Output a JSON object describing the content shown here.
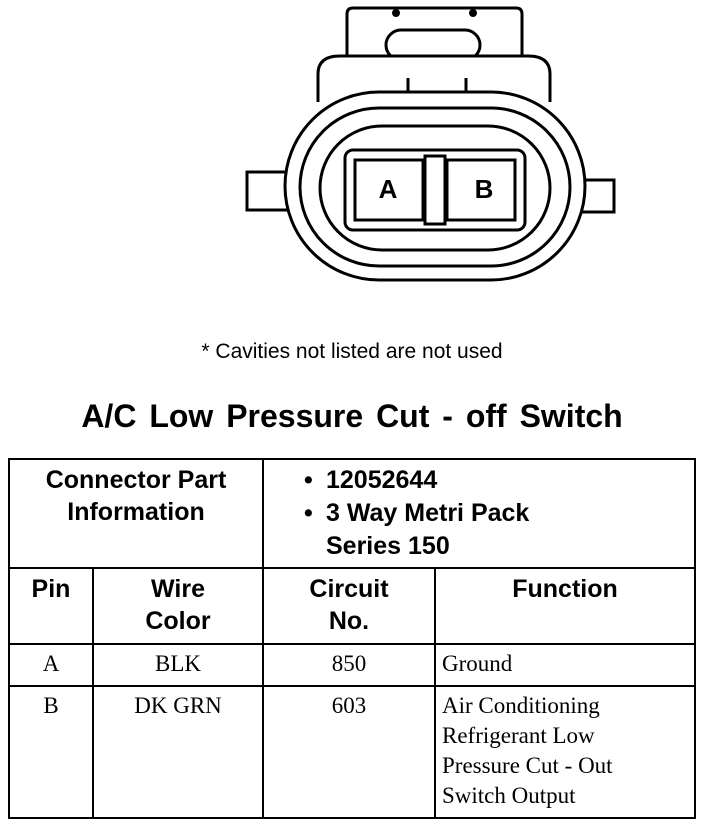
{
  "connector": {
    "cavity_labels": [
      "A",
      "B"
    ]
  },
  "note": "* Cavities not listed are not used",
  "title": "A/C Low Pressure Cut - off Switch",
  "connector_info": {
    "label_line1": "Connector Part",
    "label_line2": "Information",
    "part_number": "12052644",
    "series_line1": "3 Way Metri Pack",
    "series_line2": "Series 150"
  },
  "headers": {
    "pin": "Pin",
    "wire_color_1": "Wire",
    "wire_color_2": "Color",
    "circuit_1": "Circuit",
    "circuit_2": "No.",
    "function": "Function"
  },
  "rows": [
    {
      "pin": "A",
      "wire_color": "BLK",
      "circuit": "850",
      "function_lines": [
        "Ground"
      ]
    },
    {
      "pin": "B",
      "wire_color": "DK GRN",
      "circuit": "603",
      "function_lines": [
        "Air Conditioning",
        "Refrigerant Low",
        "Pressure Cut - Out",
        "Switch Output"
      ]
    }
  ]
}
